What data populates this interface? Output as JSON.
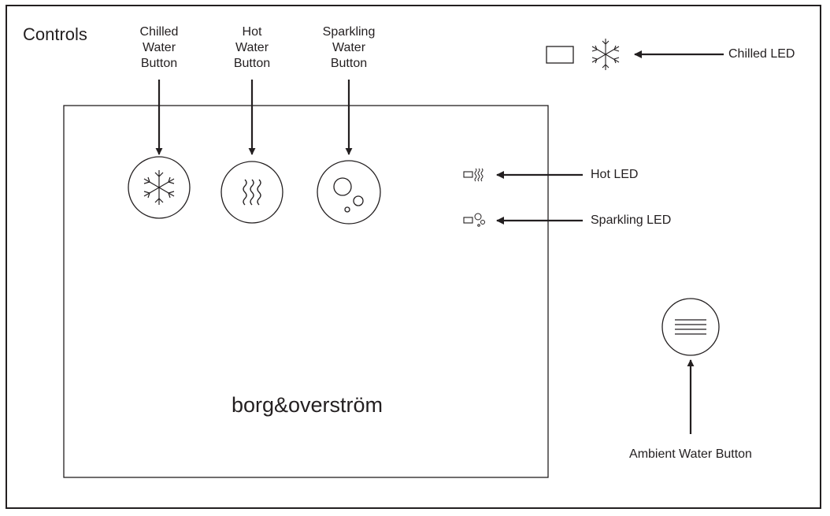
{
  "title": "Controls",
  "brand": "borg&overström",
  "labels": {
    "chilled_button": [
      "Chilled",
      "Water",
      "Button"
    ],
    "hot_button": [
      "Hot",
      "Water",
      "Button"
    ],
    "sparkling_button": [
      "Sparkling",
      "Water",
      "Button"
    ],
    "chilled_led": "Chilled LED",
    "hot_led": "Hot LED",
    "sparkling_led": "Sparkling LED",
    "ambient_button": "Ambient Water Button"
  },
  "icons": [
    "snowflake-icon",
    "heat-waves-icon",
    "bubbles-icon",
    "ambient-lines-icon"
  ],
  "colors": {
    "ink": "#231f20",
    "background": "#ffffff"
  }
}
